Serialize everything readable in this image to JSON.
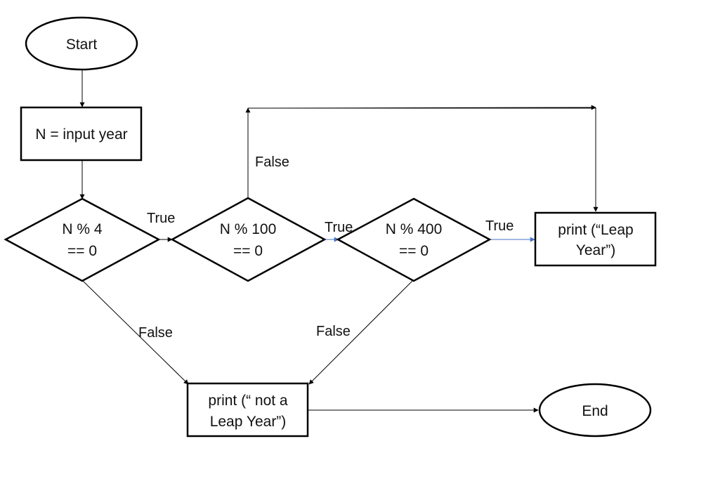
{
  "nodes": {
    "start": {
      "label": "Start"
    },
    "input": {
      "label": "N = input year"
    },
    "mod4": {
      "line1": "N % 4",
      "line2": "== 0"
    },
    "mod100": {
      "line1": "N % 100",
      "line2": "== 0"
    },
    "mod400": {
      "line1": "N % 400",
      "line2": "== 0"
    },
    "leap": {
      "line1": "print (“Leap",
      "line2": "Year”)"
    },
    "not_leap": {
      "line1": "print (“ not a",
      "line2": "Leap Year”)"
    },
    "end": {
      "label": "End"
    }
  },
  "edges": {
    "mod4_true": "True",
    "mod100_true": "True",
    "mod400_true": "True",
    "mod100_false": "False",
    "mod4_false": "False",
    "mod400_false": "False"
  },
  "colors": {
    "stroke": "#000000",
    "blue_arrow": "#4472c4"
  }
}
